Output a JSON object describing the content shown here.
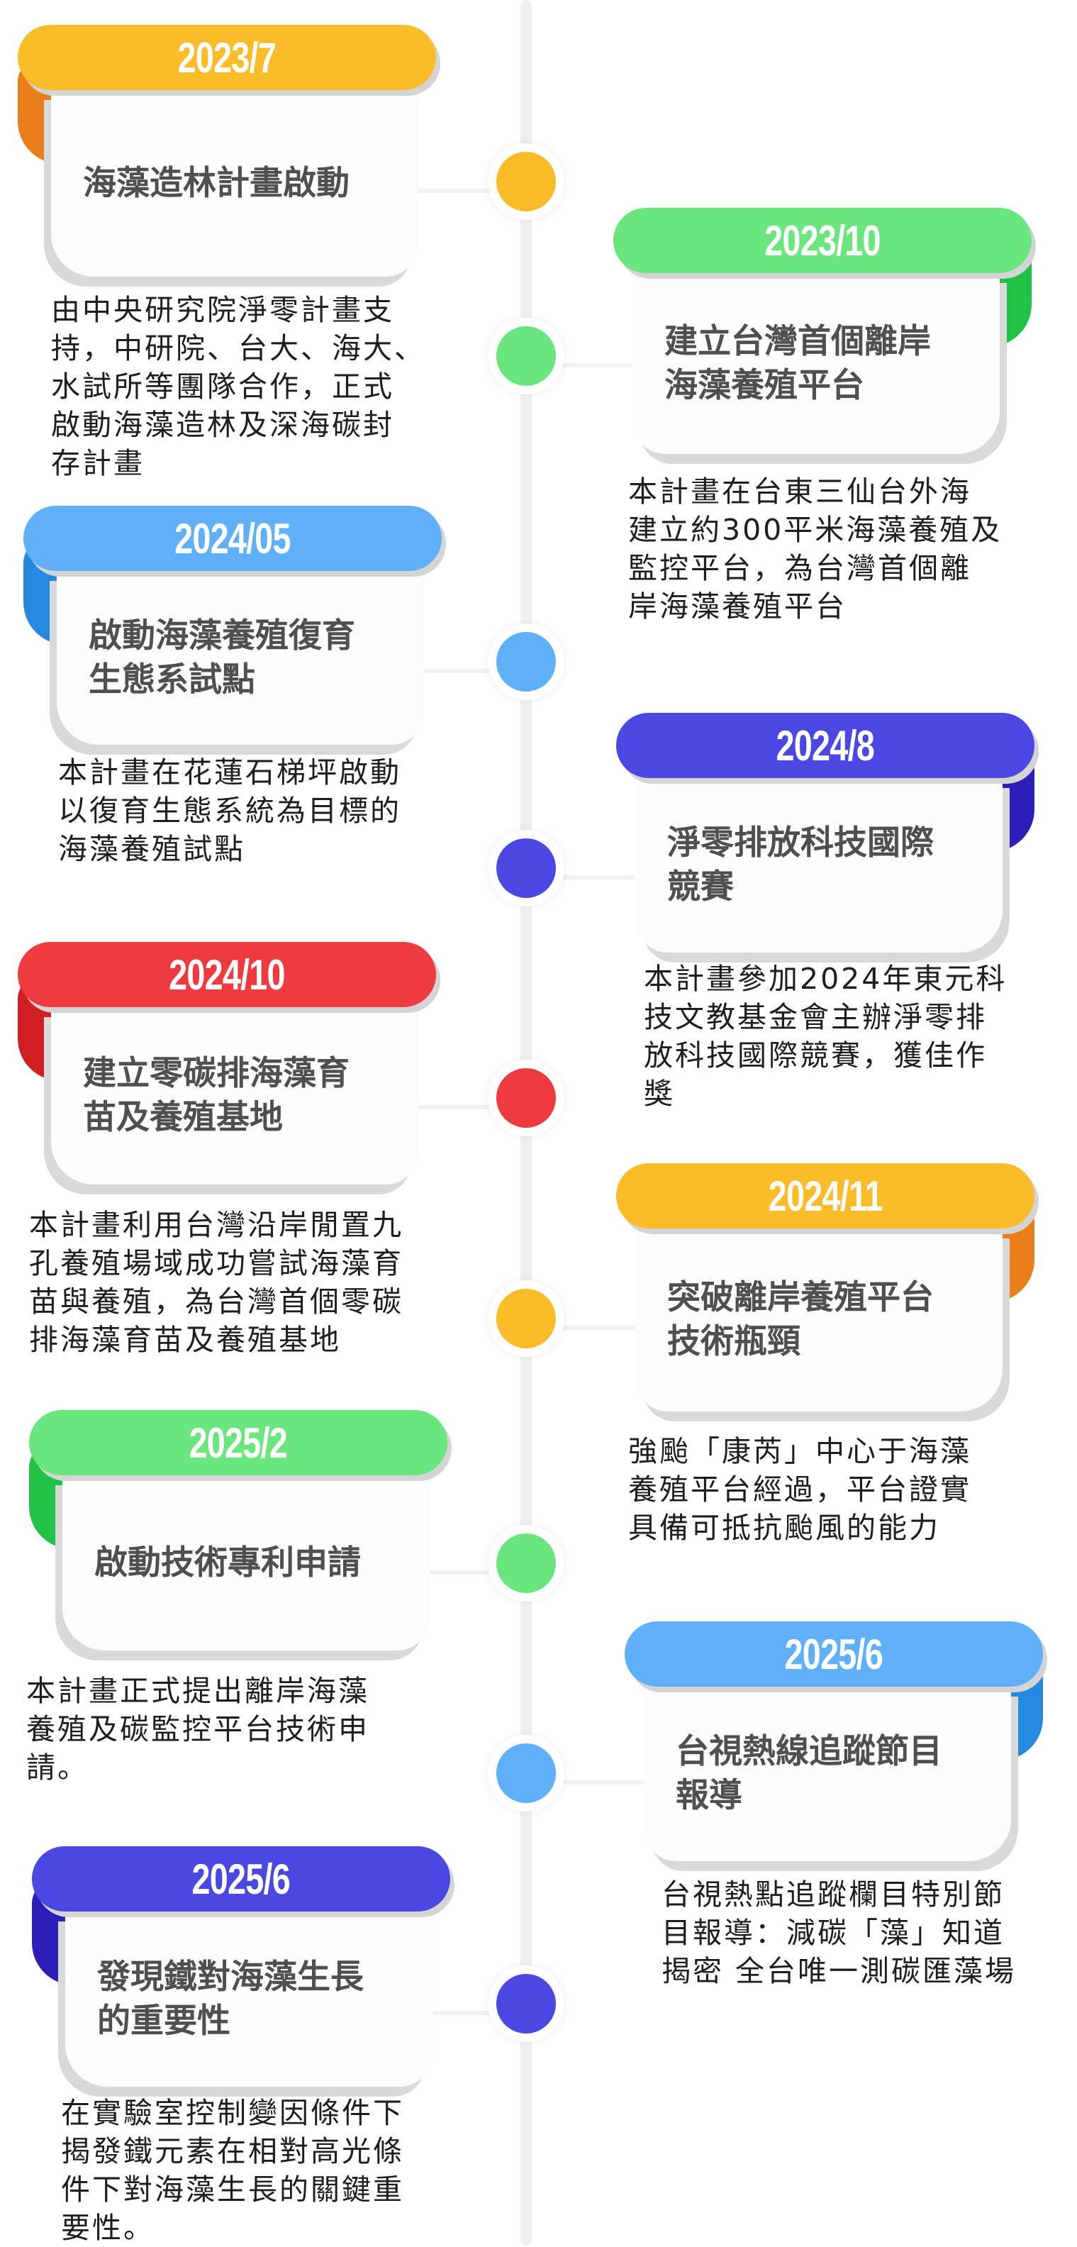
{
  "timeline": [
    {
      "side": "left",
      "date": "2023/7",
      "title": "海藻造林計畫啟動",
      "desc": "由中央研究院淨零計畫支\n持，中研院、台大、海大、\n水試所等團隊合作，正式\n啟動海藻造林及深海碳封\n存計畫",
      "color": "#FBBC2A",
      "dark": "#E97F1A"
    },
    {
      "side": "right",
      "date": "2023/10",
      "title": "建立台灣首個離岸\n海藻養殖平台",
      "desc": "本計畫在台東三仙台外海\n建立約300平米海藻養殖及\n監控平台，為台灣首個離\n岸海藻養殖平台",
      "color": "#6BE67F",
      "dark": "#22C147"
    },
    {
      "side": "left",
      "date": "2024/05",
      "title": "啟動海藻養殖復育\n生態系試點",
      "desc": "本計畫在花蓮石梯坪啟動\n以復育生態系統為目標的\n海藻養殖試點",
      "color": "#5FB0F9",
      "dark": "#2589E0"
    },
    {
      "side": "right",
      "date": "2024/8",
      "title": "淨零排放科技國際\n競賽",
      "desc": "本計畫參加2024年東元科\n技文教基金會主辦淨零排\n放科技國際競賽，獲佳作\n獎",
      "color": "#4A47E2",
      "dark": "#2B1FB8"
    },
    {
      "side": "left",
      "date": "2024/10",
      "title": "建立零碳排海藻育\n苗及養殖基地",
      "desc": "本計畫利用台灣沿岸閒置九\n孔養殖場域成功嘗試海藻育\n苗與養殖，為台灣首個零碳\n排海藻育苗及養殖基地",
      "color": "#EE3B3F",
      "dark": "#D01E22"
    },
    {
      "side": "right",
      "date": "2024/11",
      "title": "突破離岸養殖平台\n技術瓶頸",
      "desc": "強颱「康芮」中心于海藻\n養殖平台經過，平台證實\n具備可抵抗颱風的能力",
      "color": "#FBBC2A",
      "dark": "#E97F1A"
    },
    {
      "side": "left",
      "date": "2025/2",
      "title": "啟動技術專利申請",
      "desc": "本計畫正式提出離岸海藻\n養殖及碳監控平台技術申\n請。",
      "color": "#6BE67F",
      "dark": "#22C147"
    },
    {
      "side": "right",
      "date": "2025/6",
      "title": "台視熱線追蹤節目\n報導",
      "desc": "台視熱點追蹤欄目特別節\n目報導：減碳「藻」知道\n揭密 全台唯一測碳匯藻場",
      "color": "#5FB0F9",
      "dark": "#2589E0"
    },
    {
      "side": "left",
      "date": "2025/6",
      "title": "發現鐵對海藻生長\n的重要性",
      "desc": "在實驗室控制變因條件下\n揭發鐵元素在相對高光條\n件下對海藻生長的關鍵重\n要性。",
      "color": "#4A47E2",
      "dark": "#2B1FB8"
    }
  ]
}
